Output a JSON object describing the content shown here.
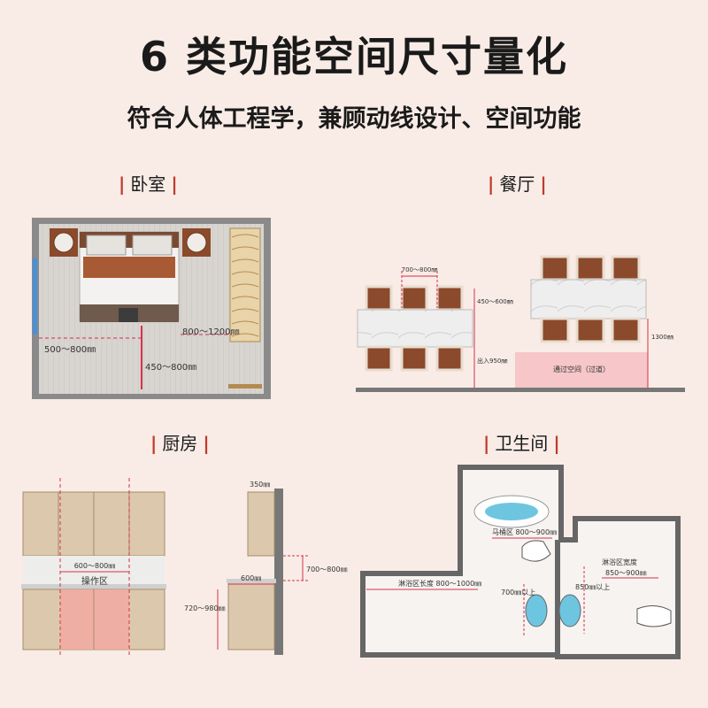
{
  "header": {
    "title": "6 类功能空间尺寸量化",
    "subtitle": "符合人体工程学，兼顾动线设计、空间功能"
  },
  "bedroom": {
    "label": "卧室",
    "dim_side": "500～800㎜",
    "dim_wardrobe": "800～1200㎜",
    "dim_foot": "450～800㎜"
  },
  "dining": {
    "label": "餐厅",
    "dim_chair_gap": "700～800㎜",
    "dim_table_gap": "450～600㎜",
    "dim_pass": "1300㎜",
    "dim_walk": "出入950㎜",
    "pass_zone": "通过空间（过道）"
  },
  "kitchen": {
    "label": "厨房",
    "dim_upper": "350㎜",
    "dim_work": "600～800㎜",
    "work_zone": "操作区",
    "dim_counter_depth": "600㎜",
    "dim_vertical": "700～800㎜",
    "dim_height": "720～980㎜"
  },
  "bathroom": {
    "label": "卫生间",
    "dim_toilet": "马桶区 800～900㎜",
    "dim_shower_len": "淋浴区长度 800～1000㎜",
    "dim_shower_w": "淋浴区宽度",
    "dim_shower_w2": "850～900㎜",
    "dim_basin1": "700㎜以上",
    "dim_basin2": "850㎜以上"
  }
}
